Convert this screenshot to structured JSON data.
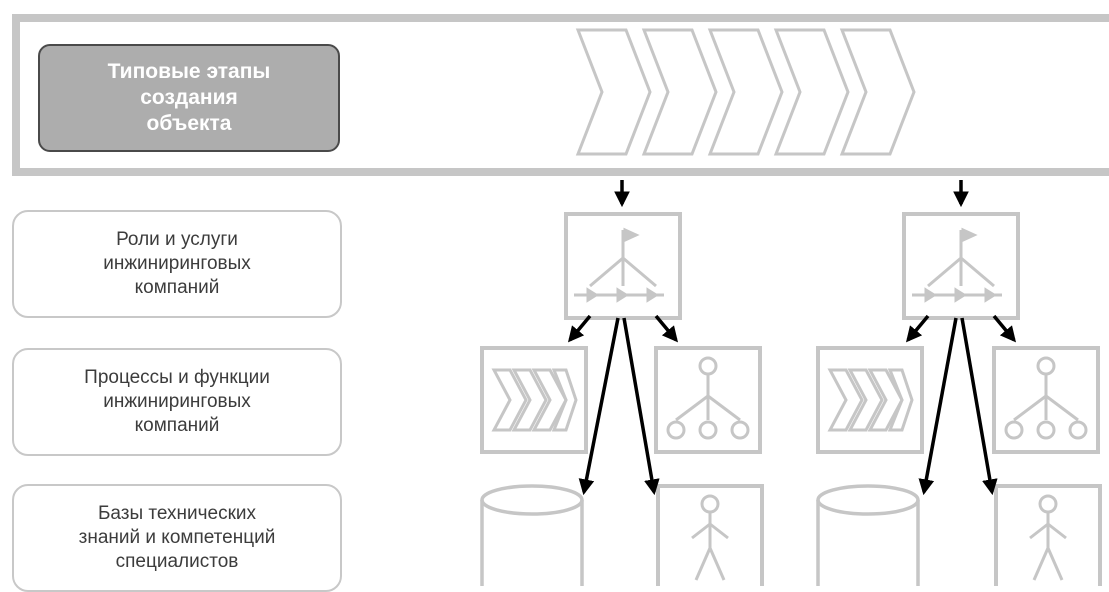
{
  "title_box": {
    "text": "Типовые этапы\nсоздания\nобъекта"
  },
  "row_labels": [
    "Роли и услуги\nинжиниринговых\nкомпаний",
    "Процессы и функции\nинжиниринговых\nкомпаний",
    "Базы технических\nзнаний и компетенций\nспециалистов"
  ],
  "colors": {
    "icon_gray": "#c6c6c6",
    "arrow": "#000000",
    "title_fill": "#adadad"
  },
  "icons": [
    "chevron-process-icon",
    "role-tree-icon",
    "mini-chevron-process-icon",
    "org-chart-icon",
    "database-icon",
    "person-icon"
  ]
}
